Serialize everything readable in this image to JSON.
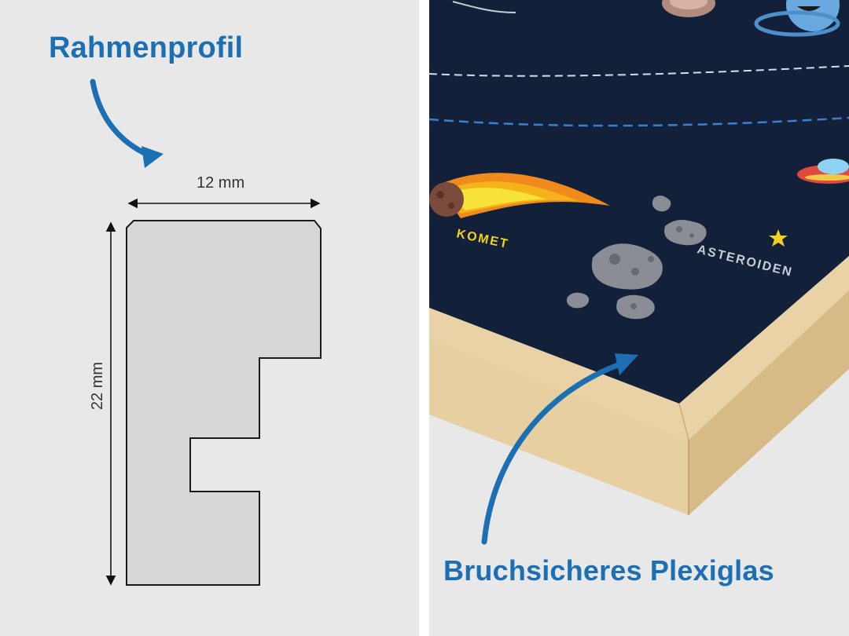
{
  "left_panel": {
    "title": "Rahmenprofil",
    "width_label": "12 mm",
    "height_label": "22 mm"
  },
  "right_panel": {
    "title": "Bruchsicheres Plexiglas",
    "labels": {
      "comet": "KOMET",
      "asteroids": "ASTEROIDEN"
    }
  },
  "colors": {
    "accent_blue": "#1d6fb3",
    "background": "#e8e8e8",
    "poster_navy": "#13203a",
    "frame_wood": "#e9d3a6"
  },
  "icons": [
    "curved-arrow-icon",
    "comet-icon",
    "asteroid-icon",
    "star-icon",
    "ufo-icon",
    "planet-icon"
  ]
}
